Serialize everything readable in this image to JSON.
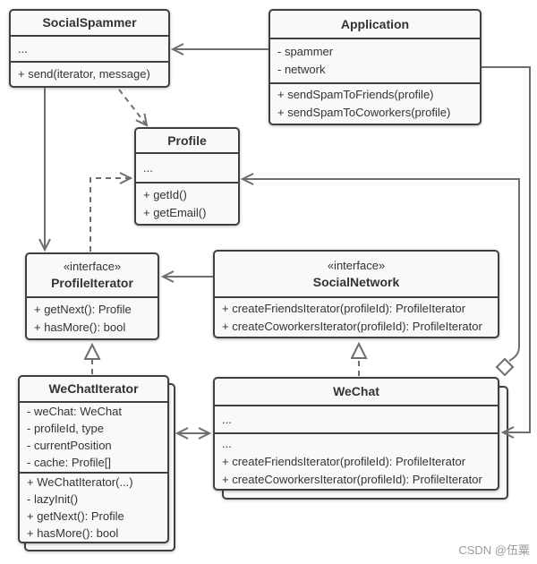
{
  "colors": {
    "background": "#ffffff",
    "box_fill": "#f9f9f9",
    "box_border": "#404040",
    "line": "#6e6e6e",
    "text": "#333333",
    "watermark": "#9b9b9b"
  },
  "watermark": {
    "text": "CSDN @伍粟"
  },
  "classes": {
    "socialSpammer": {
      "title": "SocialSpammer",
      "body": [
        "..."
      ],
      "methods": [
        "+ send(iterator, message)"
      ]
    },
    "application": {
      "title": "Application",
      "attributes": [
        "- spammer",
        "- network"
      ],
      "methods": [
        "+ sendSpamToFriends(profile)",
        "+ sendSpamToCoworkers(profile)"
      ]
    },
    "profile": {
      "title": "Profile",
      "body": [
        "..."
      ],
      "methods": [
        "+ getId()",
        "+ getEmail()"
      ]
    },
    "profileIterator": {
      "stereotype": "«interface»",
      "title": "ProfileIterator",
      "methods": [
        "+ getNext(): Profile",
        "+ hasMore(): bool"
      ]
    },
    "socialNetwork": {
      "stereotype": "«interface»",
      "title": "SocialNetwork",
      "methods": [
        "+ createFriendsIterator(profileId): ProfileIterator",
        "+ createCoworkersIterator(profileId): ProfileIterator"
      ]
    },
    "weChatIterator": {
      "title": "WeChatIterator",
      "attributes": [
        "- weChat: WeChat",
        "- profileId, type",
        "- currentPosition",
        "- cache: Profile[]"
      ],
      "methods": [
        "+ WeChatIterator(...)",
        "- lazyInit()",
        "+ getNext(): Profile",
        "+ hasMore(): bool"
      ]
    },
    "weChat": {
      "title": "WeChat",
      "body": [
        "..."
      ],
      "methods": [
        "...",
        "+ createFriendsIterator(profileId): ProfileIterator",
        "+ createCoworkersIterator(profileId): ProfileIterator"
      ]
    }
  },
  "relationships": [
    {
      "from": "Application",
      "to": "SocialSpammer",
      "type": "association-arrow"
    },
    {
      "from": "SocialSpammer",
      "to": "ProfileIterator",
      "type": "association-arrow"
    },
    {
      "from": "SocialSpammer",
      "to": "Profile",
      "type": "dependency-dashed-arrow"
    },
    {
      "from": "ProfileIterator",
      "to": "Profile",
      "type": "dependency-dashed-arrow"
    },
    {
      "from": "SocialNetwork",
      "to": "ProfileIterator",
      "type": "association-arrow"
    },
    {
      "from": "WeChatIterator",
      "to": "ProfileIterator",
      "type": "realization-hollow-triangle"
    },
    {
      "from": "WeChat",
      "to": "SocialNetwork",
      "type": "realization-hollow-triangle"
    },
    {
      "from": "WeChatIterator",
      "to": "WeChat",
      "type": "bidirectional-association"
    },
    {
      "from": "Application",
      "to": "WeChat",
      "type": "association-arrow"
    },
    {
      "from": "WeChat",
      "to": "Profile",
      "type": "aggregation-hollow-diamond"
    }
  ]
}
